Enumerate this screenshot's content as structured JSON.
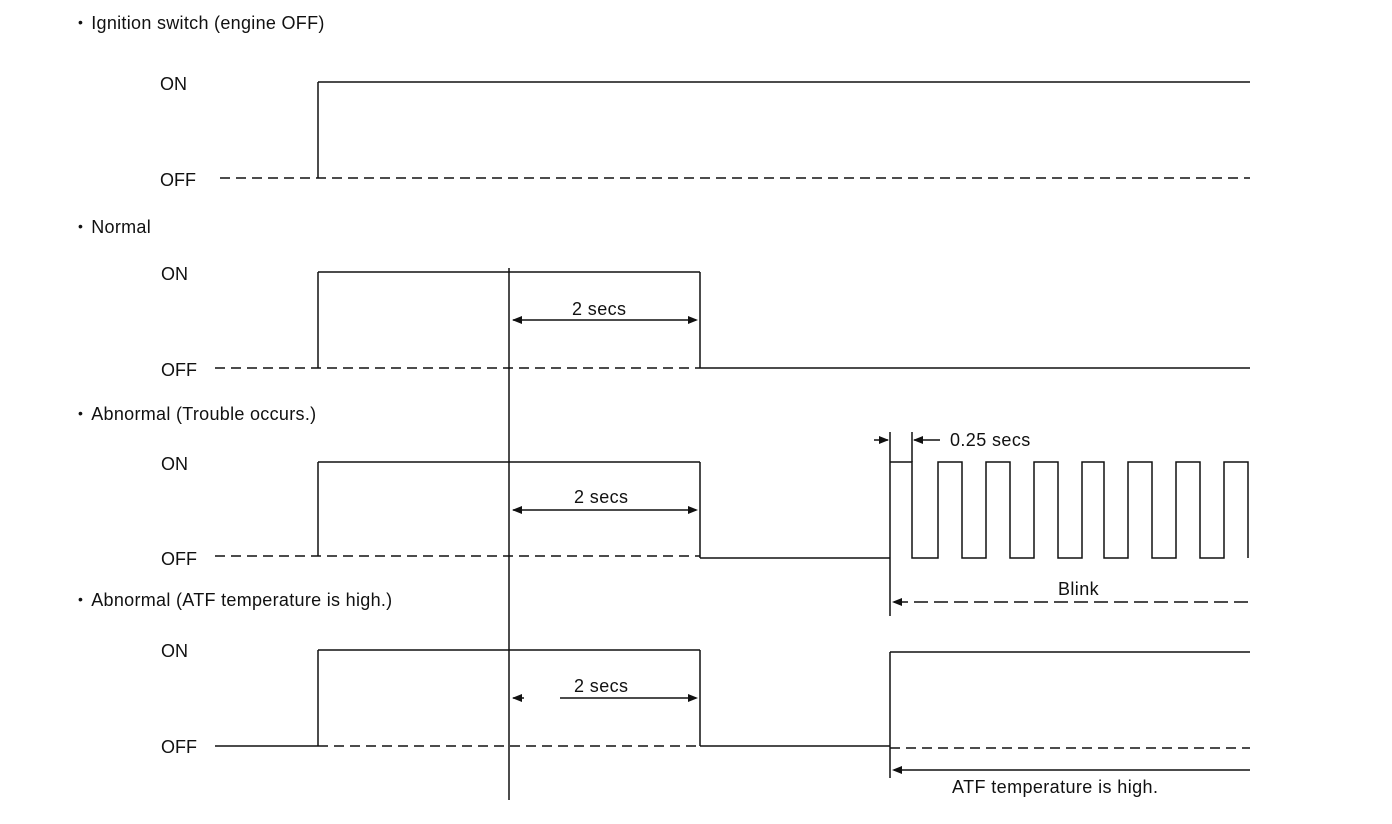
{
  "sections": [
    {
      "bullet": "•",
      "title": "Ignition switch (engine OFF)",
      "on": "ON",
      "off": "OFF"
    },
    {
      "bullet": "•",
      "title": "Normal",
      "on": "ON",
      "off": "OFF"
    },
    {
      "bullet": "•",
      "title": "Abnormal (Trouble occurs.)",
      "on": "ON",
      "off": "OFF"
    },
    {
      "bullet": "•",
      "title": "Abnormal (ATF temperature is high.)",
      "on": "ON",
      "off": "OFF"
    }
  ],
  "annotations": {
    "normal_duration": "2 secs",
    "trouble_duration": "2 secs",
    "atf_duration": "2 secs",
    "blink_period": "0.25 secs",
    "blink": "Blink",
    "atf_high": "ATF temperature is high."
  },
  "colors": {
    "line": "#111111",
    "background": "#ffffff"
  }
}
